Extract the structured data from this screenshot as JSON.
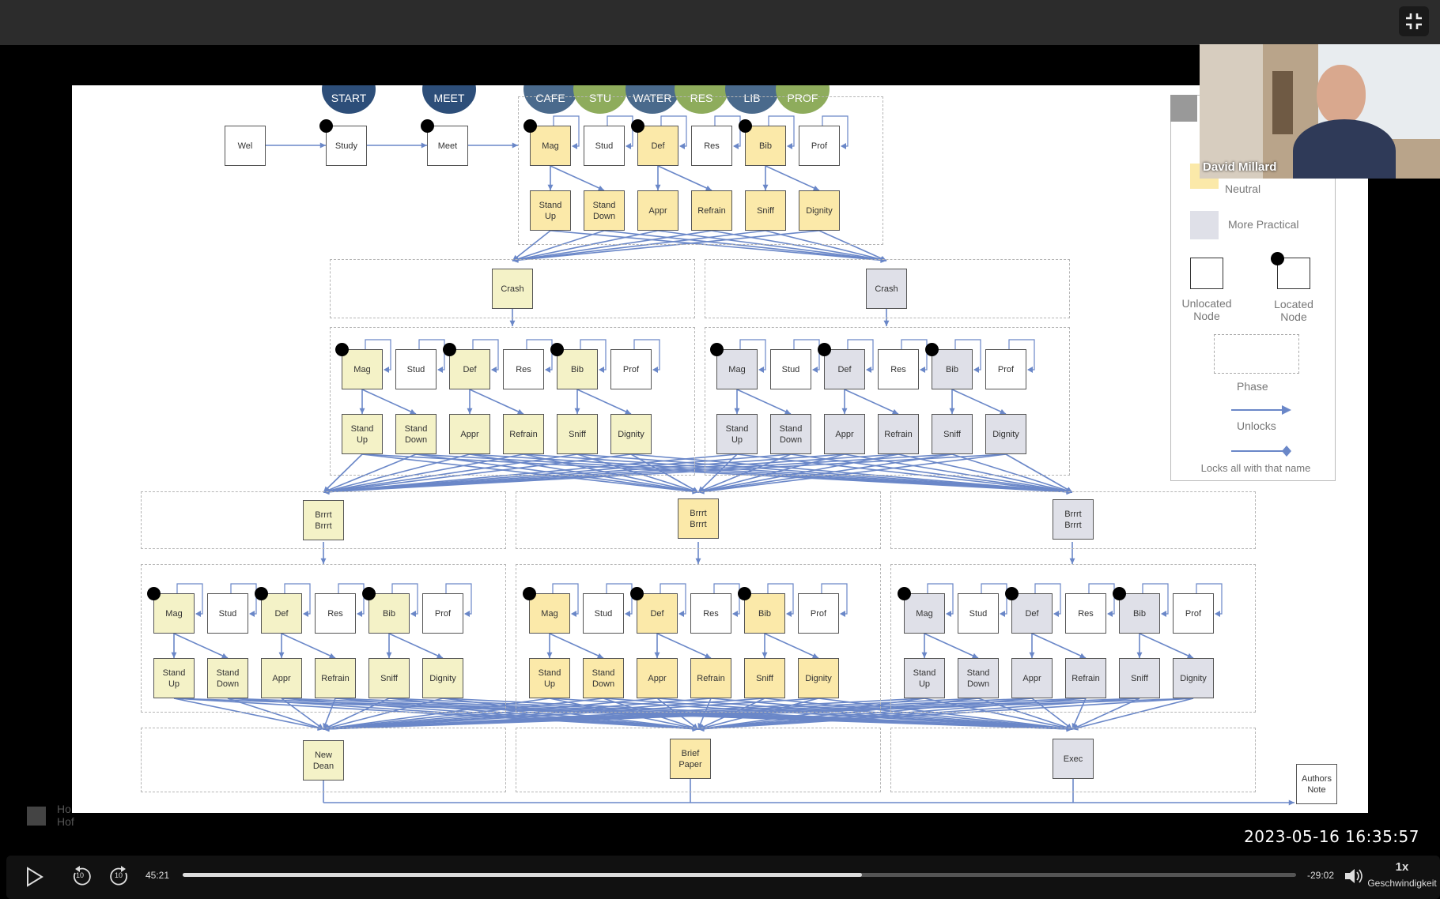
{
  "window": {
    "exit_fullscreen_icon": "compress-icon"
  },
  "slide": {
    "tabs": [
      {
        "label": "START",
        "color": "#2d4e79"
      },
      {
        "label": "MEET",
        "color": "#2d4e79"
      },
      {
        "label": "CAFE",
        "color": "#4a6a8c"
      },
      {
        "label": "STU",
        "color": "#8eac5c"
      },
      {
        "label": "WATER",
        "color": "#4a6a8c"
      },
      {
        "label": "RES",
        "color": "#8eac5c"
      },
      {
        "label": "LIB",
        "color": "#4a6a8c"
      },
      {
        "label": "PROF",
        "color": "#8eac5c"
      }
    ],
    "intro_nodes": [
      "Wel",
      "Study",
      "Meet"
    ],
    "group_top": [
      "Mag",
      "Stud",
      "Def",
      "Res",
      "Bib",
      "Prof"
    ],
    "group_bottom": [
      "Stand\nUp",
      "Stand\nDown",
      "Appr",
      "Refrain",
      "Sniff",
      "Dignity"
    ],
    "crash_label": "Crash",
    "brrrt_label": "Brrrt\nBrrrt",
    "endings": [
      "New\nDean",
      "Brief\nPaper",
      "Exec"
    ],
    "authors_note": "Authors\nNote",
    "colors": {
      "neutral": "#fbe9a9",
      "practical": "#dfe0e8",
      "positive": "#f4f2c7",
      "arrow": "#6a87c8"
    }
  },
  "legend": {
    "neutral_label": "Neutral",
    "practical_label": "More Practical",
    "unlocated_label": "Unlocated\nNode",
    "located_label": "Located\nNode",
    "phase_label": "Phase",
    "unlocks_label": "Unlocks",
    "locks_label": "Locks all with that name"
  },
  "webcam": {
    "name": "David Millard"
  },
  "watermark": {
    "line1": "Ho",
    "line2": "Hof"
  },
  "overlay": {
    "timestamp": "2023-05-16  16:35:57"
  },
  "player": {
    "elapsed": "45:21",
    "remaining": "-29:02",
    "progress_fraction": 0.61,
    "rate": "1x",
    "rate_label": "Geschwindigkeit",
    "skip_back": "10",
    "skip_fwd": "10"
  }
}
